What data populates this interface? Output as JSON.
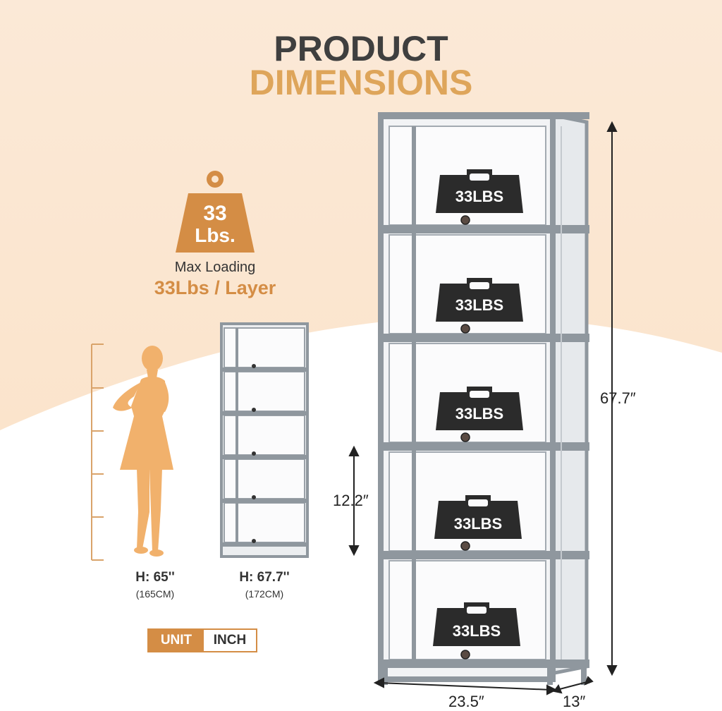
{
  "header": {
    "line1": "PRODUCT",
    "line2": "DIMENSIONS"
  },
  "weight_badge": {
    "value": "33",
    "unit": "Lbs."
  },
  "loading": {
    "caption": "Max Loading",
    "value": "33Lbs / Layer"
  },
  "shelf_weight_label": "33LBS",
  "dimensions": {
    "height": "67.7″",
    "layer_height": "12.2″",
    "width": "23.5″",
    "depth": "13″"
  },
  "person": {
    "height": "H: 65''",
    "metric": "(165CM)"
  },
  "small_cabinet": {
    "height": "H: 67.7''",
    "metric": "(172CM)"
  },
  "unit_toggle": {
    "label": "UNIT",
    "value": "INCH"
  },
  "colors": {
    "accent": "#d48d45",
    "title_dark": "#3f3f3f",
    "title_gold": "#dea55a",
    "frame": "#8f979e"
  }
}
